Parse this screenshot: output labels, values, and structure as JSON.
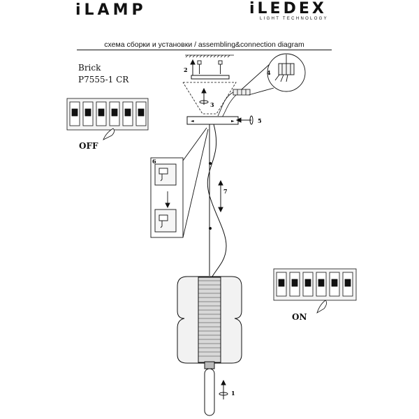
{
  "header": {
    "brand_left": "iLAMP",
    "brand_right": "iLEDEX",
    "brand_right_sub": "LIGHT TECHNOLOGY",
    "title": "схема сборки и установки / assembling&connection diagram"
  },
  "product": {
    "name": "Brick",
    "code": "P7555-1 CR"
  },
  "switch_states": {
    "off_label": "OFF",
    "on_label": "ON"
  },
  "steps": [
    "1",
    "2",
    "3",
    "4",
    "5",
    "6",
    "7"
  ]
}
